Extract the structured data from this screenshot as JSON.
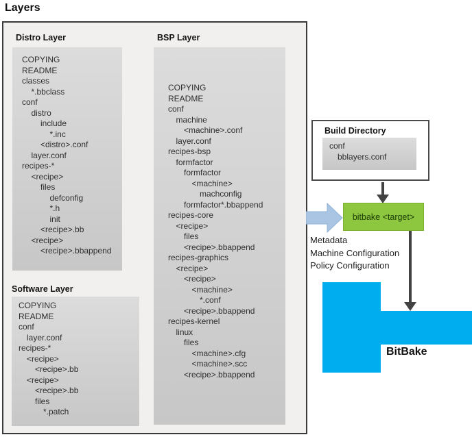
{
  "title": "Layers",
  "colors": {
    "bitbake_blue": "#00aeef",
    "target_green": "#8dc63f",
    "arrow_blue": "#a9c5e3",
    "arrow_dark": "#424242",
    "panel_gray": "#d2d2d2"
  },
  "distro_layer": {
    "heading": "Distro Layer",
    "items": [
      {
        "text": "COPYING",
        "level": 0
      },
      {
        "text": "README",
        "level": 0
      },
      {
        "text": "classes",
        "level": 0
      },
      {
        "text": "*.bbclass",
        "level": 1
      },
      {
        "text": "conf",
        "level": 0
      },
      {
        "text": "distro",
        "level": 1
      },
      {
        "text": "include",
        "level": 2
      },
      {
        "text": "*.inc",
        "level": 3
      },
      {
        "text": "<distro>.conf",
        "level": 2
      },
      {
        "text": "layer.conf",
        "level": 1
      },
      {
        "text": "recipes-*",
        "level": 0
      },
      {
        "text": "<recipe>",
        "level": 1
      },
      {
        "text": "files",
        "level": 2
      },
      {
        "text": "defconfig",
        "level": 3
      },
      {
        "text": "*.h",
        "level": 3
      },
      {
        "text": "init",
        "level": 3
      },
      {
        "text": "<recipe>.bb",
        "level": 2
      },
      {
        "text": "<recipe>",
        "level": 1
      },
      {
        "text": "<recipe>.bbappend",
        "level": 2
      }
    ]
  },
  "bsp_layer": {
    "heading": "BSP Layer",
    "items": [
      {
        "text": "COPYING",
        "level": 0
      },
      {
        "text": "README",
        "level": 0
      },
      {
        "text": "conf",
        "level": 0
      },
      {
        "text": "machine",
        "level": 1
      },
      {
        "text": "<machine>.conf",
        "level": 2
      },
      {
        "text": "layer.conf",
        "level": 1
      },
      {
        "text": "recipes-bsp",
        "level": 0
      },
      {
        "text": "formfactor",
        "level": 1
      },
      {
        "text": "formfactor",
        "level": 2
      },
      {
        "text": "<machine>",
        "level": 3
      },
      {
        "text": "machconfig",
        "level": 4
      },
      {
        "text": "formfactor*.bbappend",
        "level": 2
      },
      {
        "text": "recipes-core",
        "level": 0
      },
      {
        "text": "<recipe>",
        "level": 1
      },
      {
        "text": "files",
        "level": 2
      },
      {
        "text": "<recipe>.bbappend",
        "level": 2
      },
      {
        "text": "recipes-graphics",
        "level": 0
      },
      {
        "text": "<recipe>",
        "level": 1
      },
      {
        "text": "<recipe>",
        "level": 2
      },
      {
        "text": "<machine>",
        "level": 3
      },
      {
        "text": "*.conf",
        "level": 4
      },
      {
        "text": "<recipe>.bbappend",
        "level": 2
      },
      {
        "text": "recipes-kernel",
        "level": 0
      },
      {
        "text": "linux",
        "level": 1
      },
      {
        "text": "files",
        "level": 2
      },
      {
        "text": "<machine>.cfg",
        "level": 3
      },
      {
        "text": "<machine>.scc",
        "level": 3
      },
      {
        "text": "<recipe>.bbappend",
        "level": 2
      }
    ]
  },
  "software_layer": {
    "heading": "Software Layer",
    "items": [
      {
        "text": "COPYING",
        "level": 0
      },
      {
        "text": "README",
        "level": 0
      },
      {
        "text": "conf",
        "level": 0
      },
      {
        "text": "layer.conf",
        "level": 1
      },
      {
        "text": "recipes-*",
        "level": 0
      },
      {
        "text": "<recipe>",
        "level": 1
      },
      {
        "text": "<recipe>.bb",
        "level": 2
      },
      {
        "text": "<recipe>",
        "level": 1
      },
      {
        "text": "<recipe>.bb",
        "level": 2
      },
      {
        "text": "files",
        "level": 2
      },
      {
        "text": "*.patch",
        "level": 3
      }
    ]
  },
  "build_directory": {
    "heading": "Build Directory",
    "items": [
      {
        "text": "conf",
        "level": 0
      },
      {
        "text": "bblayers.conf",
        "level": 1
      }
    ]
  },
  "bitbake_target": {
    "label": "bitbake <target>"
  },
  "annotations": [
    "Metadata",
    "Machine Configuration",
    "Policy Configuration"
  ],
  "bitbake": {
    "label": "BitBake"
  }
}
